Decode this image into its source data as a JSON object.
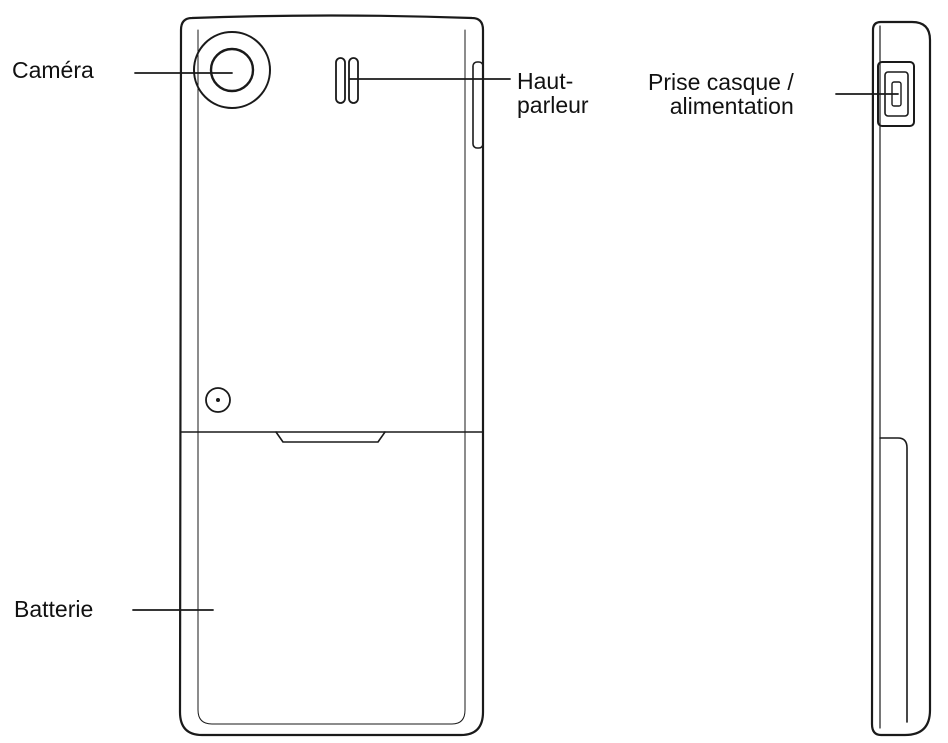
{
  "labels": {
    "camera": "Caméra",
    "speaker": [
      "Haut-",
      "parleur"
    ],
    "jack": [
      "Prise casque /",
      "alimentation"
    ],
    "battery": "Batterie"
  }
}
